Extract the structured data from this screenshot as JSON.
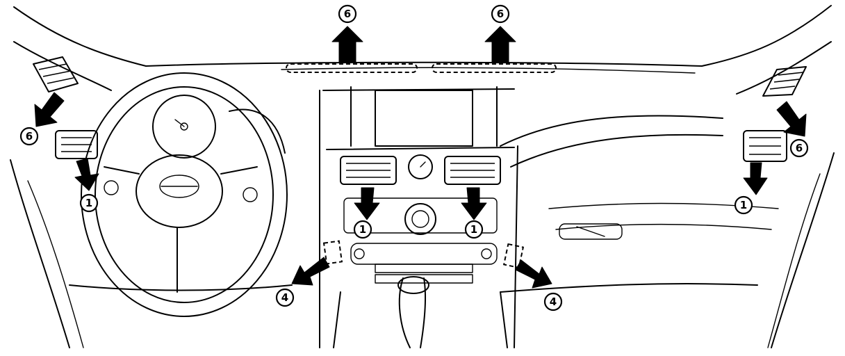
{
  "callouts": {
    "defroster": "6",
    "vent": "1",
    "foot": "4"
  },
  "colors": {
    "line": "#000000",
    "background": "#ffffff"
  }
}
